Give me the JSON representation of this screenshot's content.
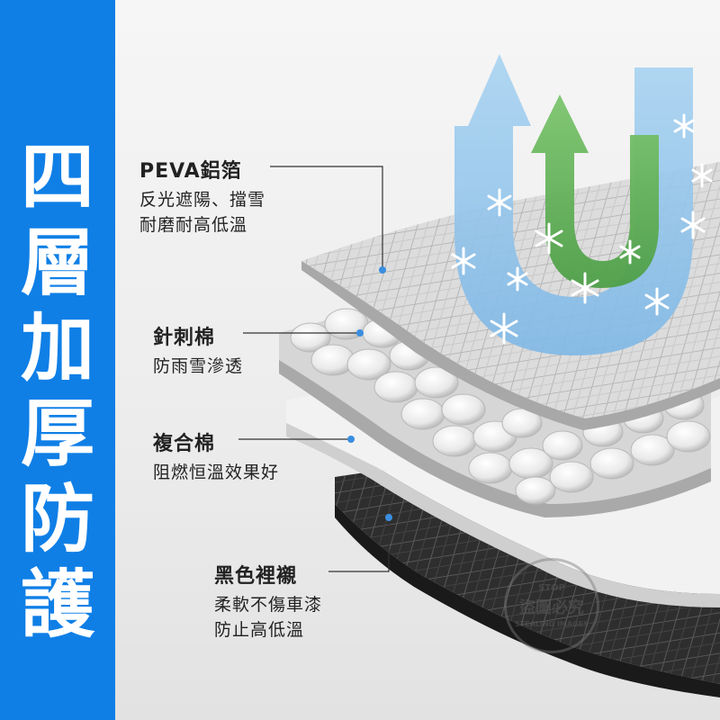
{
  "side_title": [
    "四",
    "層",
    "加",
    "厚",
    "防",
    "護"
  ],
  "layers": [
    {
      "title": "PEVA鋁箔",
      "desc": [
        "反光遮陽、擋雪",
        "耐磨耐高低溫"
      ]
    },
    {
      "title": "針刺棉",
      "desc": [
        "防雨雪滲透"
      ]
    },
    {
      "title": "複合棉",
      "desc": [
        "阻燃恒溫效果好"
      ]
    },
    {
      "title": "黑色裡襯",
      "desc": [
        "柔軟不傷車漆",
        "防止高低溫"
      ]
    }
  ],
  "watermark": {
    "top": "STOP",
    "middle": "盜圖必究",
    "bottom": "STEALING IMAGES"
  },
  "colors": {
    "accent_blue": "#0f7fe6",
    "arrow_blue": "#8fc4ec",
    "arrow_green": "#62b35a",
    "dot_blue": "#3a8ee0"
  }
}
